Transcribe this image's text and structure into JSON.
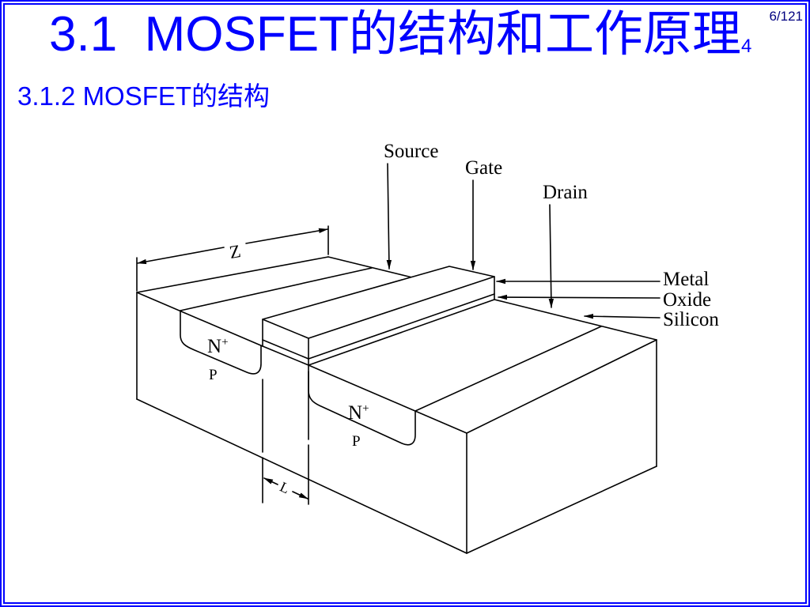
{
  "slide": {
    "title": "3.1  MOSFET的结构和工作原理",
    "title_suffix": "4",
    "page_number": "6/121",
    "subtitle": "3.1.2 MOSFET的结构"
  },
  "diagram": {
    "terminals": {
      "source": "Source",
      "gate": "Gate",
      "drain": "Drain"
    },
    "layers": {
      "metal": "Metal",
      "oxide": "Oxide",
      "silicon": "Silicon"
    },
    "dimensions": {
      "width": "Z",
      "length": "L"
    },
    "source_region": {
      "doping": "N",
      "doping_sup": "+",
      "body": "P"
    },
    "drain_region": {
      "doping": "N",
      "doping_sup": "+",
      "body": "P"
    }
  },
  "colors": {
    "accent": "#0000ff",
    "page_number": "#000080",
    "diagram_line": "#000000",
    "background": "#ffffff"
  }
}
